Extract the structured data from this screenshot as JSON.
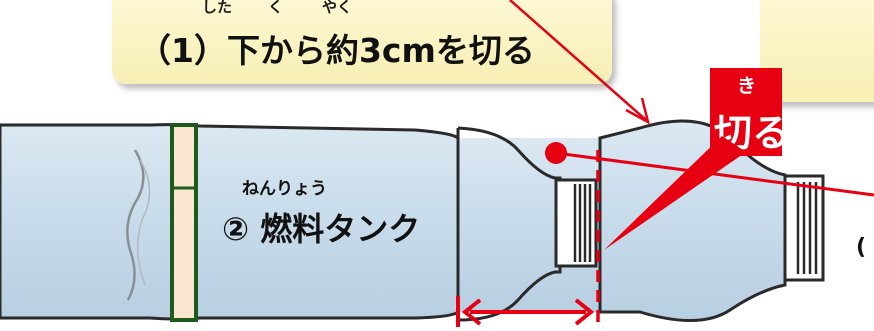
{
  "callout_step1": {
    "main": "（1）下から約3cmを切る",
    "ruby_shita": "した",
    "ruby_yaku": "やく",
    "ruby_mark": "く"
  },
  "cut_label": {
    "text": "切る",
    "ruby": "き"
  },
  "tank_label": {
    "text": "② 燃料タンク",
    "ruby": "ねんりょう"
  },
  "edge_text": "(",
  "colors": {
    "callout_fill": "#fbf5c5",
    "bottle_fill": "#cfe1ee",
    "bottle_outline": "#2a2a2a",
    "accent_red": "#e60012",
    "tape_fill": "#fbe6d0",
    "tape_outline": "#1e5a1e"
  }
}
